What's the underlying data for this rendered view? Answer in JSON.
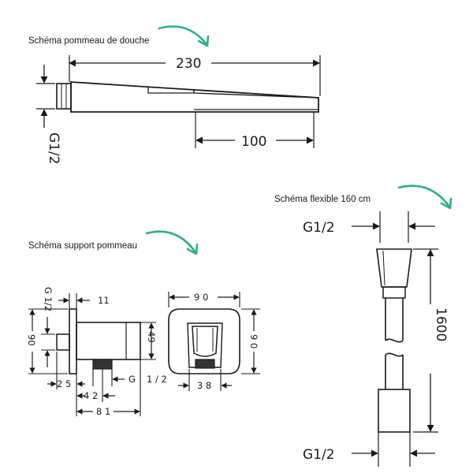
{
  "captions": {
    "head": "Schéma pommeau de douche",
    "hose": "Schéma flexible 160 cm",
    "holder": "Schéma support pommeau"
  },
  "head": {
    "length": "230",
    "outlet": "100",
    "thread": "G1/2"
  },
  "holder": {
    "thread_top": "G 1/2",
    "flange": "11",
    "height": "90",
    "block": "49",
    "d25": "2 5",
    "d42": "4 2",
    "d81": "8 1",
    "g_label": "G",
    "g_value": "1 / 2",
    "front_width": "9 0",
    "front_height": "9 0",
    "slot": "3 8"
  },
  "hose": {
    "thread_top": "G1/2",
    "length": "1600",
    "thread_bottom": "G1/2"
  },
  "colors": {
    "accent": "#2bae8c",
    "line": "#1a1a1a"
  }
}
